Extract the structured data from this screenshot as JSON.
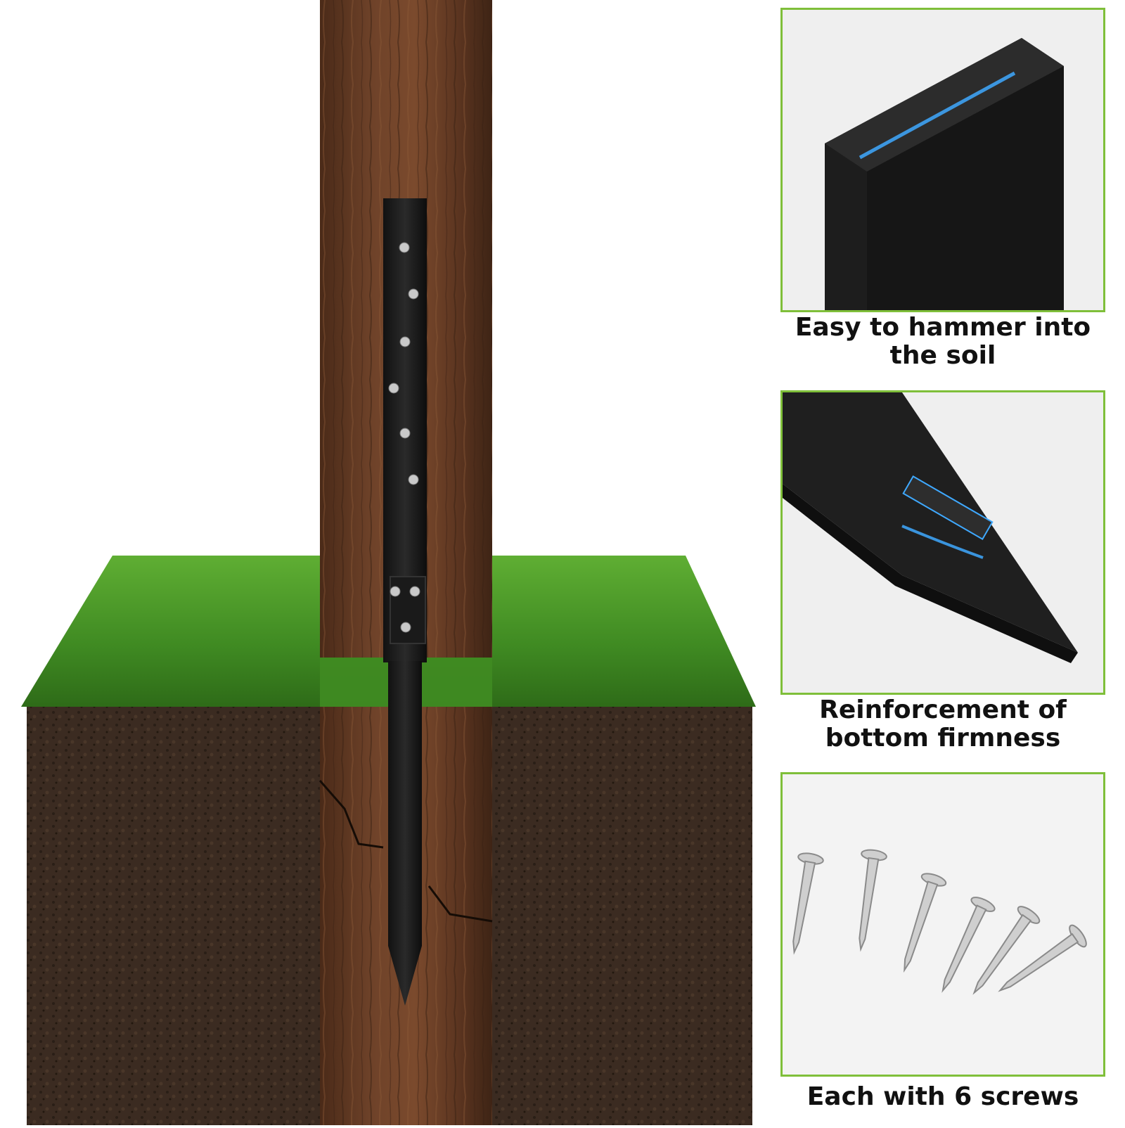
{
  "colors": {
    "panel_border": "#7fbf3a",
    "grass": "#4c9a2a",
    "soil": "#3a2a20",
    "wood": "#6b3f26",
    "stake": "#1c1c1c"
  },
  "scene": {
    "icons": [
      "wood-post-icon",
      "metal-stake-icon",
      "grass-block-icon",
      "soil-block-icon",
      "screw-icon"
    ]
  },
  "features": [
    {
      "caption_line1": "Easy to hammer into",
      "caption_line2": "the soil",
      "icon": "stake-top-closeup-icon"
    },
    {
      "caption_line1": "Reinforcement of",
      "caption_line2": "bottom firmness",
      "icon": "stake-tip-closeup-icon"
    },
    {
      "caption_line1": "Each with 6 screws",
      "caption_line2": "",
      "icon": "screws-icon"
    }
  ]
}
